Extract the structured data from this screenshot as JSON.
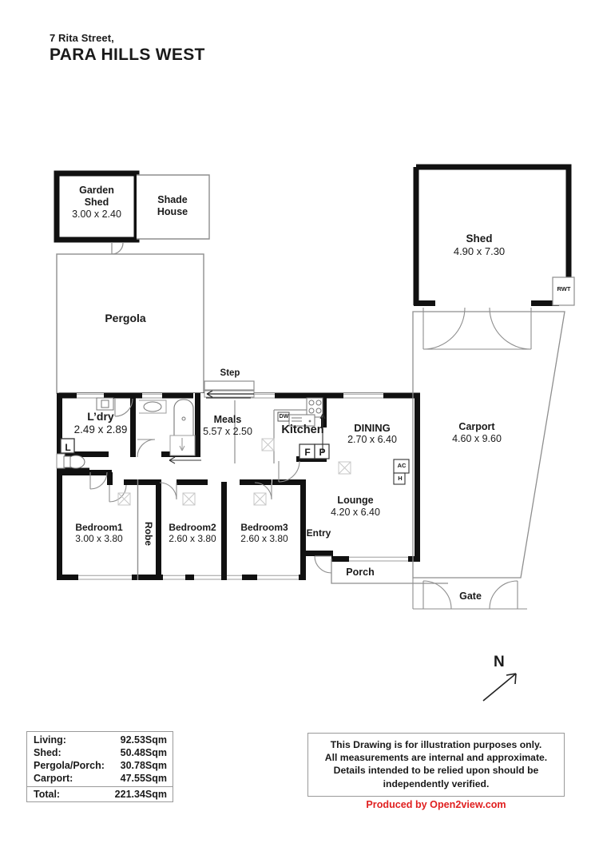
{
  "header": {
    "address_line1": "7 Rita Street,",
    "address_line2": "PARA HILLS WEST"
  },
  "rooms": {
    "garden_shed": {
      "name1": "Garden",
      "name2": "Shed",
      "dim": "3.00  x 2.40"
    },
    "shade_house": {
      "name1": "Shade",
      "name2": "House"
    },
    "pergola": {
      "name": "Pergola"
    },
    "step": {
      "name": "Step"
    },
    "laundry": {
      "name": "L’dry",
      "dim": "2.49 x 2.89"
    },
    "meals": {
      "name": "Meals",
      "dim": "5.57 x 2.50"
    },
    "kitchen": {
      "name": "Kitchen"
    },
    "dining": {
      "name": "DINING",
      "dim": "2.70 x 6.40"
    },
    "lounge": {
      "name": "Lounge",
      "dim": "4.20 x 6.40"
    },
    "bedroom1": {
      "name": "Bedroom1",
      "dim": "3.00 x 3.80"
    },
    "bedroom2": {
      "name": "Bedroom2",
      "dim": "2.60  x 3.80"
    },
    "bedroom3": {
      "name": "Bedroom3",
      "dim": "2.60  x 3.80"
    },
    "robe": {
      "name": "Robe"
    },
    "entry": {
      "name": "Entry"
    },
    "porch": {
      "name": "Porch"
    },
    "shed": {
      "name": "Shed",
      "dim": "4.90 x 7.30"
    },
    "carport": {
      "name": "Carport",
      "dim": "4.60 x 9.60"
    },
    "gate": {
      "name": "Gate"
    }
  },
  "fixtures": {
    "linen": "L",
    "fridge": "F",
    "pantry": "P",
    "dishwasher": "DW",
    "aircon": "AC",
    "heater": "H",
    "rainwater_tank": "RWT"
  },
  "compass": {
    "north": "N"
  },
  "areas": {
    "rows": [
      {
        "label": "Living:",
        "value": "92.53Sqm"
      },
      {
        "label": "Shed:",
        "value": "50.48Sqm"
      },
      {
        "label": "Pergola/Porch:",
        "value": "30.78Sqm"
      },
      {
        "label": "Carport:",
        "value": "47.55Sqm"
      }
    ],
    "total": {
      "label": "Total:",
      "value": "221.34Sqm"
    }
  },
  "disclaimer": {
    "l1": "This Drawing is for illustration purposes only.",
    "l2": "All measurements are internal and approximate.",
    "l3": "Details intended to be relied upon should be",
    "l4": "independently verified."
  },
  "credit": {
    "text": "Produced by Open2view.com",
    "color": "#e02020"
  }
}
